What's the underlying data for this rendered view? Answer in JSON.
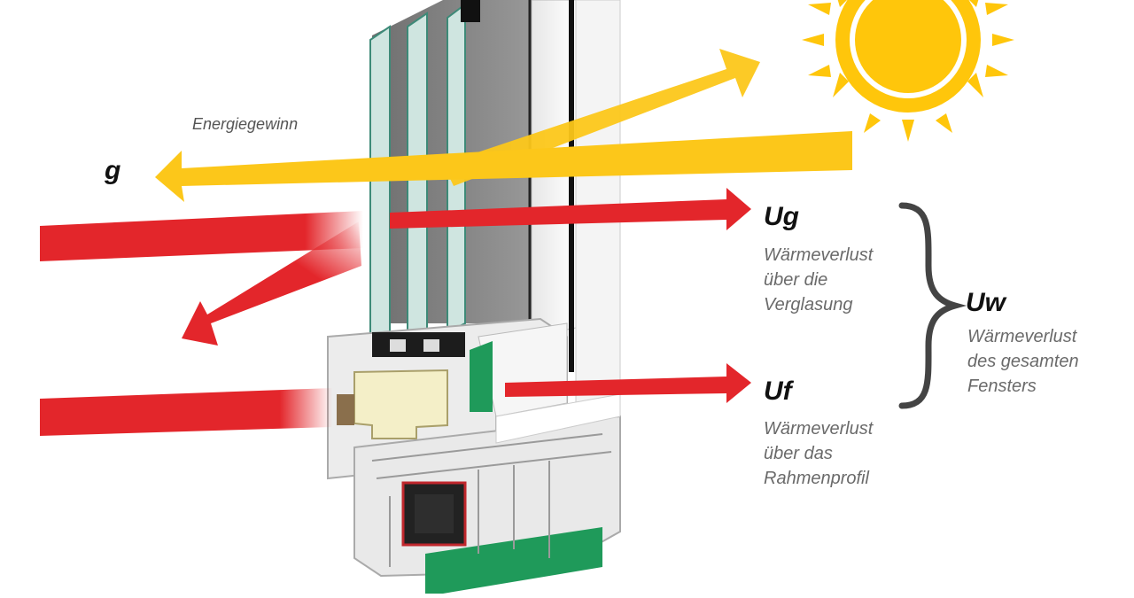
{
  "labels": {
    "g": "g",
    "energy_gain": "Energiegewinn",
    "ug": "Ug",
    "ug_desc": [
      "Wärmeverlust",
      "über die",
      "Verglasung"
    ],
    "uf": "Uf",
    "uf_desc": [
      "Wärmeverlust",
      "über das",
      "Rahmenprofil"
    ],
    "uw": "Uw",
    "uw_desc": [
      "Wärmeverlust",
      "des gesamten",
      "Fensters"
    ]
  },
  "colors": {
    "sun": "#ffc60b",
    "heat_arrow": "#e3262b",
    "solar_arrow": "#fcc71a",
    "frame_white": "#f1f1f1",
    "glass": "#8a8a8a",
    "insulation_green": "#1f9a5a",
    "core_cream": "#f4efc8",
    "bracket": "#444444"
  },
  "icons": [
    "sun-icon",
    "window-profile-icon",
    "curly-brace-icon"
  ]
}
